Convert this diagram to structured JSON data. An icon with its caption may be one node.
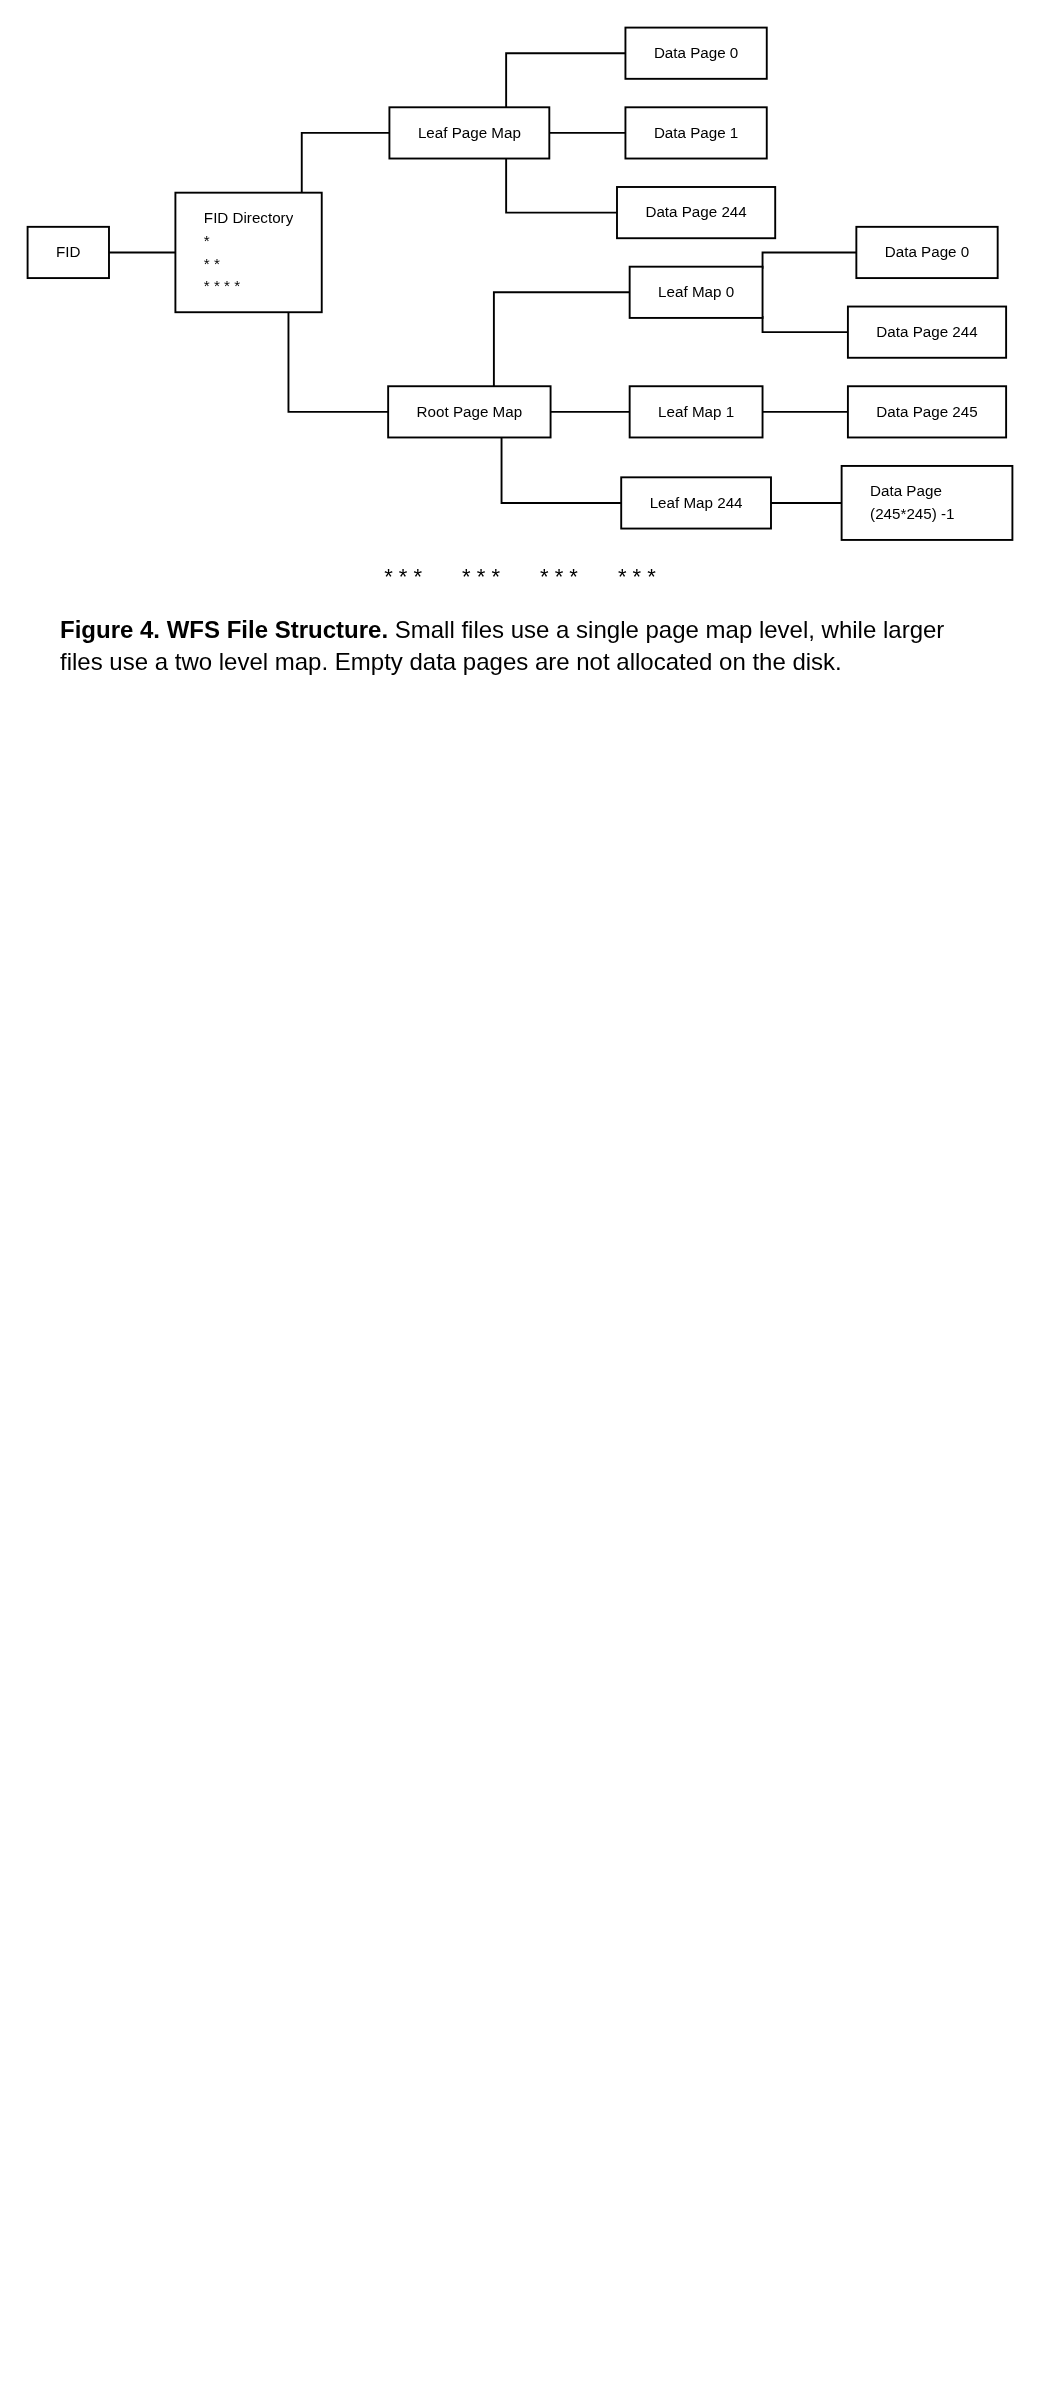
{
  "diagram": {
    "caption": "**Figure 4. WFS File Structure.** Small files use a single page map level, while larger files use a two level map.  Empty data pages are not allocated on the disk.",
    "nodes": [
      {
        "text": [
          "FID"
        ]
      },
      {
        "text": [
          "FID Directory",
          "*",
          "* *",
          "* * * *"
        ]
      },
      {
        "text": [
          "Leaf Page Map"
        ]
      },
      {
        "text": [
          "Data Page 0"
        ]
      },
      {
        "text": [
          "Data Page 1"
        ]
      },
      {
        "text": [
          "Data Page 244"
        ]
      },
      {
        "text": [
          "Root Page Map"
        ]
      },
      {
        "text": [
          "Leaf Map 0"
        ]
      },
      {
        "text": [
          "Leaf Map 1"
        ]
      },
      {
        "text": [
          "Leaf Map 244"
        ]
      },
      {
        "text": [
          "Data Page 0"
        ]
      },
      {
        "text": [
          "Data Page 244"
        ]
      },
      {
        "text": [
          "Data Page 245"
        ]
      },
      {
        "text": [
          "Data Page (245*245) -1"
        ]
      }
    ],
    "edges": [
      {
        "from": 0,
        "to": 1,
        "arrow": "none"
      },
      {
        "from": 1,
        "to": 6,
        "arrow": "none"
      },
      {
        "from": 1,
        "to": 2,
        "arrow": "none"
      },
      {
        "from": 2,
        "to": 3,
        "arrow": "none"
      },
      {
        "from": 2,
        "to": 4,
        "arrow": "none"
      },
      {
        "from": 2,
        "to": 5,
        "arrow": "none"
      },
      {
        "from": 6,
        "to": 7,
        "arrow": "none"
      },
      {
        "from": 6,
        "to": 8,
        "arrow": "none"
      },
      {
        "from": 6,
        "to": 9,
        "arrow": "none"
      },
      {
        "from": 7,
        "to": 10,
        "arrow": "none"
      },
      {
        "from": 7,
        "to": 11,
        "arrow": "none"
      },
      {
        "from": 8,
        "to": 12,
        "arrow": "none"
      },
      {
        "from": 9,
        "to": 13,
        "arrow": "none"
      }
    ],
    "labels": [
      "* * *",
      "* * *",
      "* * *",
      "* * *"
    ]
  }
}
